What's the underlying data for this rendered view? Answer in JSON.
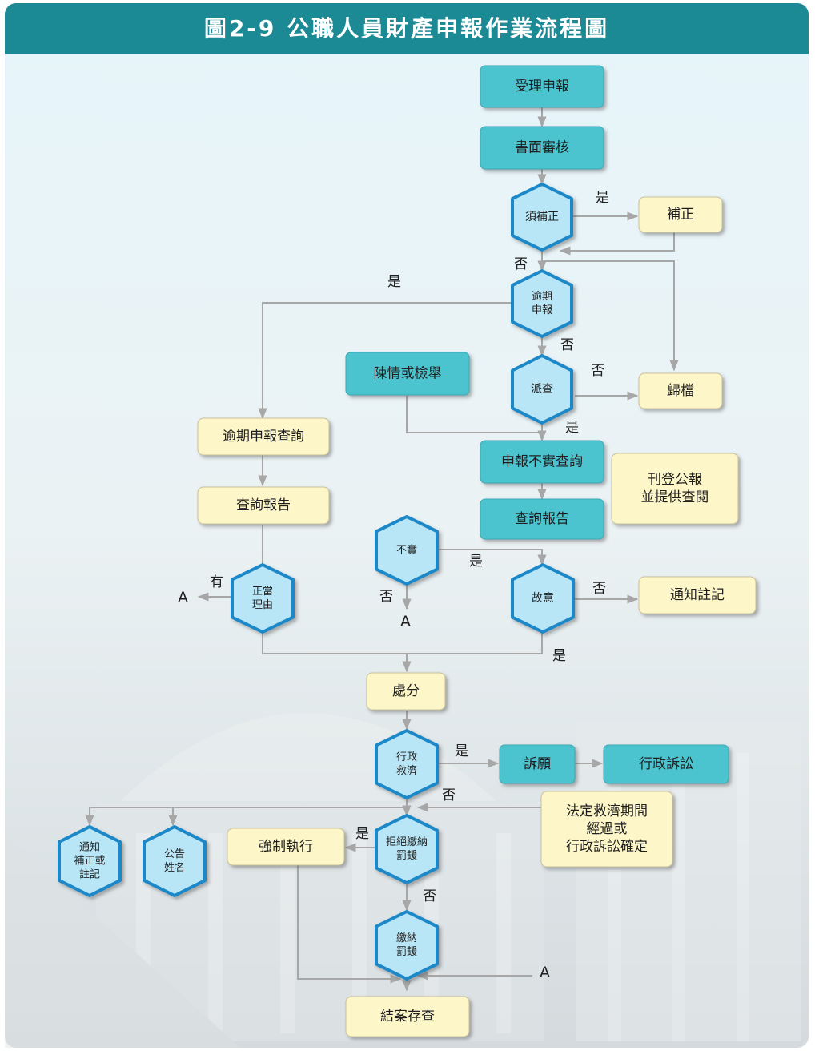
{
  "title": "圖2-9 公職人員財產申報作業流程圖",
  "colors": {
    "teal": "#4cc4d0",
    "cream": "#fdf6c9",
    "hex_fill": "#b8e6f6",
    "hex_border": "#1b88c8",
    "line": "#a7a7a7",
    "title_bg": "#1c8a94"
  },
  "nodes": {
    "accept": "受理申報",
    "review": "書面審核",
    "need_fix": "須補正",
    "fix": "補正",
    "overdue": [
      "逾期",
      "申報"
    ],
    "dispatch": "派查",
    "archive": "歸檔",
    "petition": "陳情或檢舉",
    "overdue_inquiry": "逾期申報查詢",
    "report_left": "查詢報告",
    "false_inquiry": "申報不實查詢",
    "publish": [
      "刊登公報",
      "並提供查閱"
    ],
    "report_right": "查詢報告",
    "untrue": "不實",
    "justified": [
      "正當",
      "理由"
    ],
    "intentional": "故意",
    "notify": "通知註記",
    "penalty": "處分",
    "remedy": [
      "行政",
      "救濟"
    ],
    "appeal": "訴願",
    "litigation": "行政訴訟",
    "legal_period": [
      "法定救濟期間",
      "經過或",
      "行政訴訟確定"
    ],
    "notify_fix": [
      "通知",
      "補正或",
      "註記"
    ],
    "announce": [
      "公告",
      "姓名"
    ],
    "enforce": "強制執行",
    "refuse_pay": [
      "拒絕繳納",
      "罰鍰"
    ],
    "pay": [
      "繳納",
      "罰鍰"
    ],
    "close": "結案存查"
  },
  "labels": {
    "yes1": "是",
    "no1": "否",
    "yes2": "是",
    "no2": "否",
    "no3": "否",
    "yes3": "是",
    "have": "有",
    "a1": "A",
    "no4": "否",
    "a2": "A",
    "yes4": "是",
    "no5": "否",
    "yes5": "是",
    "yes6": "是",
    "no6": "否",
    "yes7": "是",
    "no7": "否",
    "a3": "A"
  }
}
